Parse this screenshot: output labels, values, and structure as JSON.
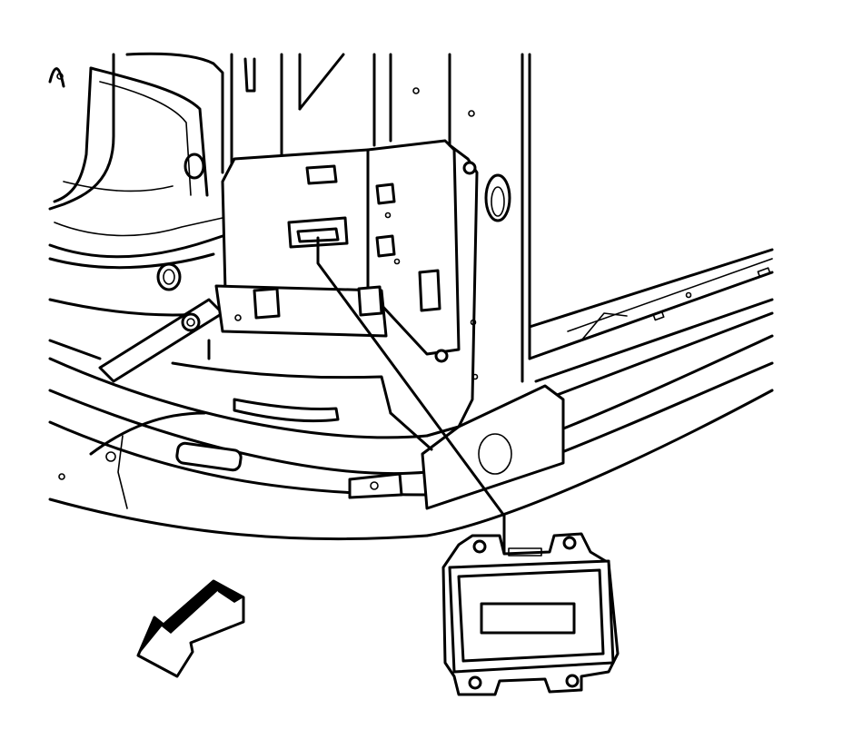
{
  "figure": {
    "subject": "module-mounting-location",
    "callout_count": 1,
    "direction_indicator": "front-of-vehicle-arrow",
    "line_color": "#000000",
    "background_color": "#ffffff"
  }
}
